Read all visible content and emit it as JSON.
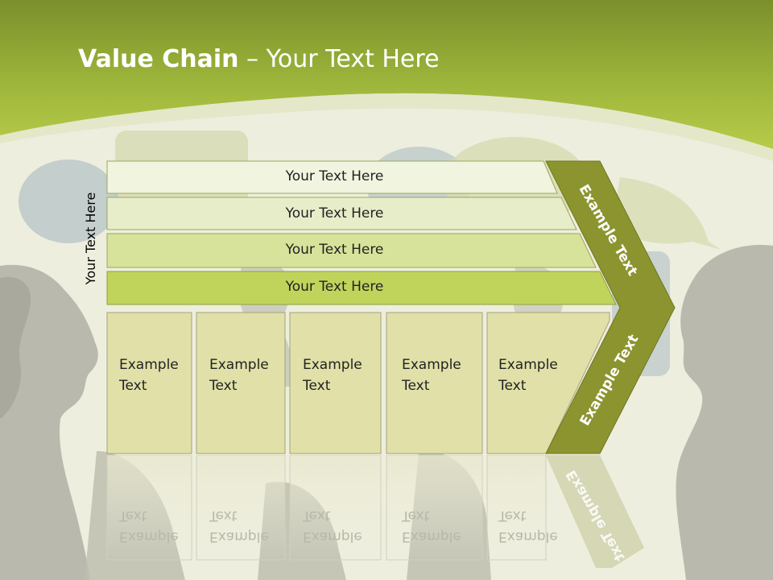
{
  "slide": {
    "title_bold": "Value Chain",
    "title_rest": " – Your Text Here",
    "side_label": "Your Text Here",
    "rows": [
      {
        "label": "Your Text Here"
      },
      {
        "label": "Your Text Here"
      },
      {
        "label": "Your Text Here"
      },
      {
        "label": "Your Text Here"
      }
    ],
    "columns": [
      {
        "line1": "Example",
        "line2": "Text"
      },
      {
        "line1": "Example",
        "line2": "Text"
      },
      {
        "line1": "Example",
        "line2": "Text"
      },
      {
        "line1": "Example",
        "line2": "Text"
      },
      {
        "line1": "Example",
        "line2": "Text"
      }
    ],
    "arrow_top_label": "Example Text",
    "arrow_bottom_label": "Example Text"
  },
  "colors": {
    "header_green": "#a9c13f",
    "header_dark": "#7d8f2e",
    "arrow_olive": "#8c942f",
    "row_1": "#f1f4df",
    "row_2": "#e7edc9",
    "row_3": "#d7e39a",
    "row_4": "#c0d45c",
    "column_fill": "#e0e0a8"
  }
}
